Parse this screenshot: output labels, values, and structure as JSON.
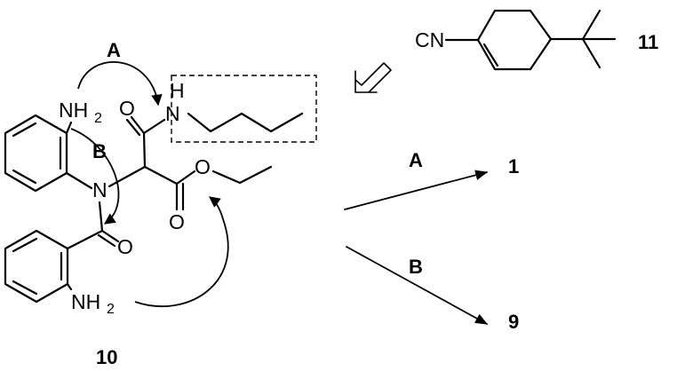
{
  "labels": {
    "nitrile": "CN",
    "compound_11": "11",
    "compound_10": "10",
    "product_1": "1",
    "product_9": "9",
    "path_a": "A",
    "path_b": "B",
    "path_a_reaction": "A",
    "path_b_reaction": "B"
  },
  "atoms": {
    "amine_top": "NH",
    "amine_top_sub": "2",
    "amine_bottom": "NH",
    "amine_bottom_sub": "2",
    "central_n": "N",
    "amide_o": "O",
    "amide_nh_h": "H",
    "amide_nh_n": "N",
    "ester_o_single": "O",
    "ester_o_double": "O",
    "benzoyl_o": "O"
  }
}
